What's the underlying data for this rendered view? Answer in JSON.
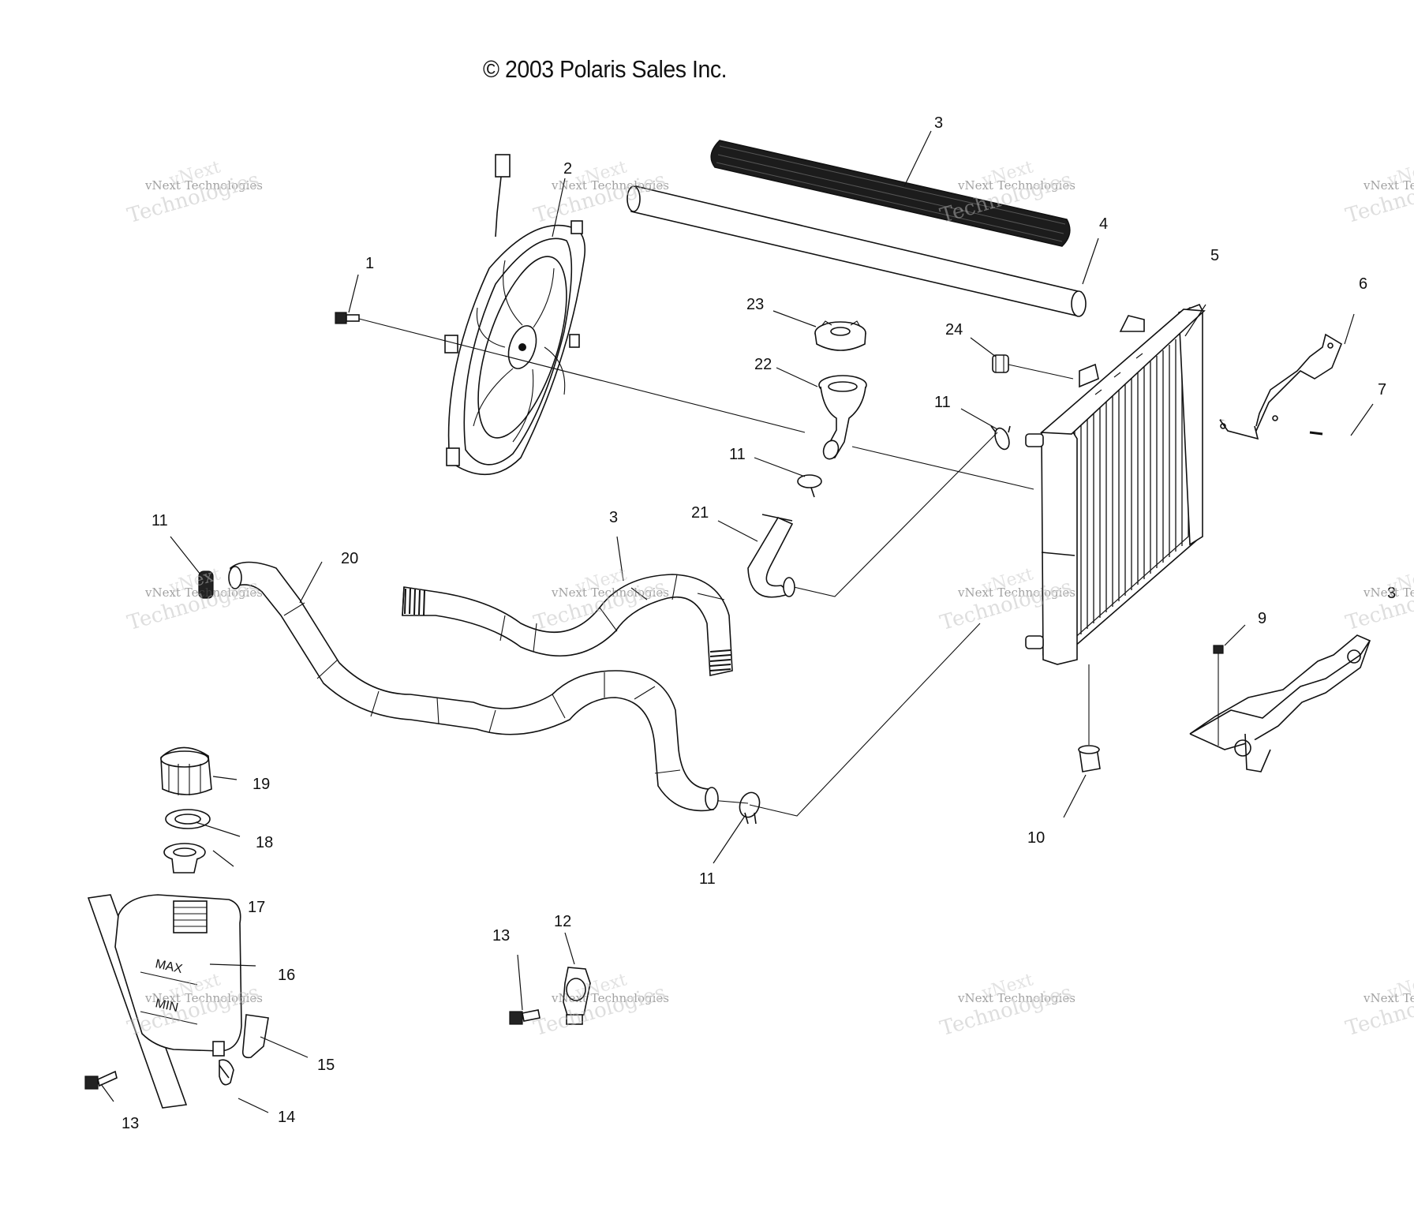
{
  "copyright": "© 2003 Polaris Sales Inc.",
  "watermark": {
    "line1": "vNext Technologies",
    "line2": "Technologies",
    "line3": "vNext"
  },
  "callouts": [
    {
      "id": "c1",
      "label": "1"
    },
    {
      "id": "c2",
      "label": "2"
    },
    {
      "id": "c3a",
      "label": "3"
    },
    {
      "id": "c3b",
      "label": "3"
    },
    {
      "id": "c3c",
      "label": "3"
    },
    {
      "id": "c4",
      "label": "4"
    },
    {
      "id": "c5",
      "label": "5"
    },
    {
      "id": "c6",
      "label": "6"
    },
    {
      "id": "c7",
      "label": "7"
    },
    {
      "id": "c9",
      "label": "9"
    },
    {
      "id": "c10",
      "label": "10"
    },
    {
      "id": "c11a",
      "label": "11"
    },
    {
      "id": "c11b",
      "label": "11"
    },
    {
      "id": "c11c",
      "label": "11"
    },
    {
      "id": "c11d",
      "label": "11"
    },
    {
      "id": "c12",
      "label": "12"
    },
    {
      "id": "c13a",
      "label": "13"
    },
    {
      "id": "c13b",
      "label": "13"
    },
    {
      "id": "c14",
      "label": "14"
    },
    {
      "id": "c15",
      "label": "15"
    },
    {
      "id": "c16",
      "label": "16"
    },
    {
      "id": "c17",
      "label": "17"
    },
    {
      "id": "c18",
      "label": "18"
    },
    {
      "id": "c19",
      "label": "19"
    },
    {
      "id": "c20",
      "label": "20"
    },
    {
      "id": "c21",
      "label": "21"
    },
    {
      "id": "c22",
      "label": "22"
    },
    {
      "id": "c23",
      "label": "23"
    },
    {
      "id": "c24",
      "label": "24"
    }
  ],
  "tank_markings": {
    "max": "MAX",
    "min": "MIN"
  }
}
